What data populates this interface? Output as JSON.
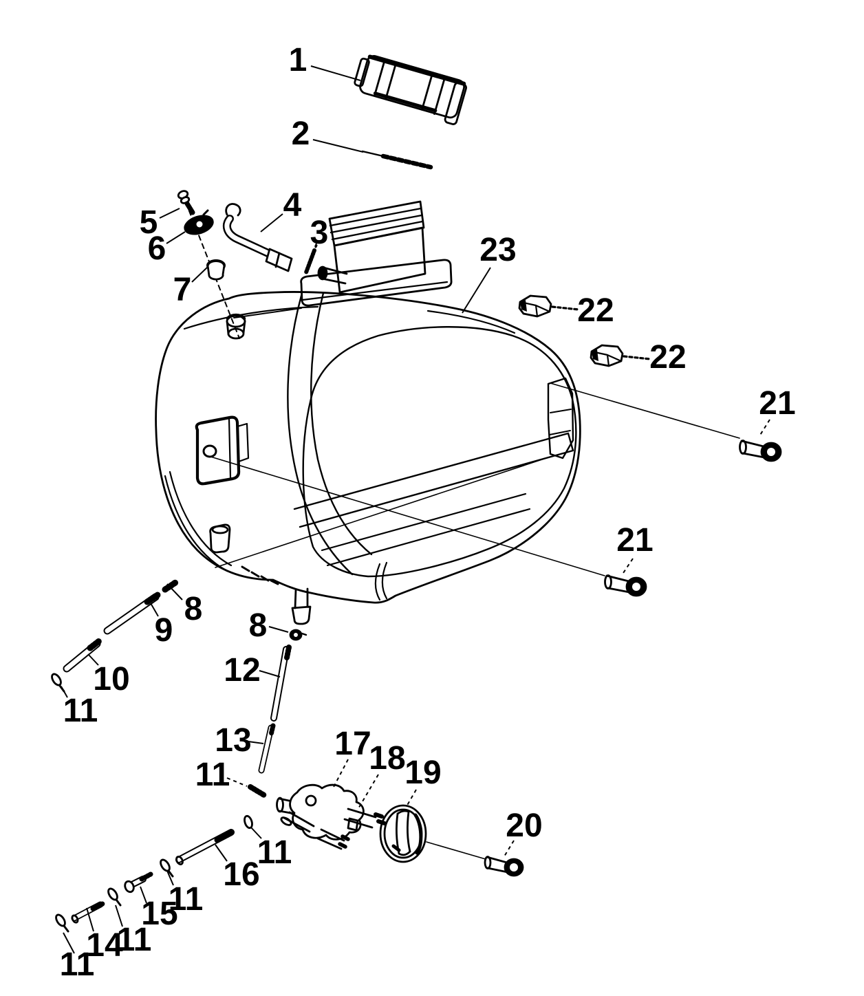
{
  "diagram": {
    "kind": "exploded-parts-line-drawing",
    "background_color": "#ffffff",
    "line_color": "#000000",
    "callouts": [
      {
        "ref": "1",
        "label": "1"
      },
      {
        "ref": "2",
        "label": "2"
      },
      {
        "ref": "3",
        "label": "3"
      },
      {
        "ref": "4",
        "label": "4"
      },
      {
        "ref": "5",
        "label": "5"
      },
      {
        "ref": "6",
        "label": "6"
      },
      {
        "ref": "7",
        "label": "7"
      },
      {
        "ref": "8a",
        "label": "8"
      },
      {
        "ref": "8b",
        "label": "8"
      },
      {
        "ref": "9",
        "label": "9"
      },
      {
        "ref": "10",
        "label": "10"
      },
      {
        "ref": "11a",
        "label": "11"
      },
      {
        "ref": "11b",
        "label": "11"
      },
      {
        "ref": "11c",
        "label": "11"
      },
      {
        "ref": "11d",
        "label": "11"
      },
      {
        "ref": "11e",
        "label": "11"
      },
      {
        "ref": "11f",
        "label": "11"
      },
      {
        "ref": "12",
        "label": "12"
      },
      {
        "ref": "13",
        "label": "13"
      },
      {
        "ref": "14",
        "label": "14"
      },
      {
        "ref": "15",
        "label": "15"
      },
      {
        "ref": "16",
        "label": "16"
      },
      {
        "ref": "17",
        "label": "17"
      },
      {
        "ref": "18",
        "label": "18"
      },
      {
        "ref": "19",
        "label": "19"
      },
      {
        "ref": "20",
        "label": "20"
      },
      {
        "ref": "21a",
        "label": "21"
      },
      {
        "ref": "21b",
        "label": "21"
      },
      {
        "ref": "22a",
        "label": "22"
      },
      {
        "ref": "22b",
        "label": "22"
      },
      {
        "ref": "23",
        "label": "23"
      }
    ]
  }
}
